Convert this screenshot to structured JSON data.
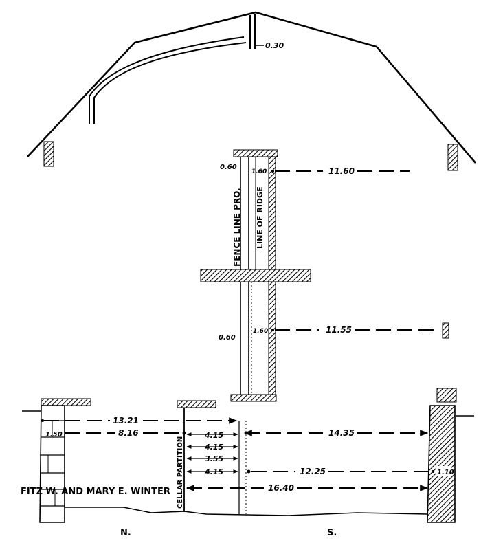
{
  "owner_label": "FITZ W. AND MARY E. WINTER",
  "compass": {
    "north": "N.",
    "south": "S."
  },
  "vertical_labels": {
    "fence_line": "FENCE LINE PRO.",
    "ridge_line": "LINE OF RIDGE",
    "cellar_partition": "CELLAR PARTITION"
  },
  "roof": {
    "overhang_label": "0.30"
  },
  "upper_plan": {
    "left_offset": "0.60",
    "wall_offset": "1.60",
    "distance": "11.60"
  },
  "middle_plan": {
    "left_offset": "0.60",
    "wall_offset": "1.60",
    "distance": "11.55"
  },
  "cellar": {
    "top_span": "13.21",
    "left_offset": "1.50",
    "left_distance": "8.16",
    "mid_a": "4.15",
    "mid_b": "4.15",
    "mid_c": "3.55",
    "mid_d": "4.15",
    "right_upper": "14.35",
    "right_lower": "12.25",
    "right_wall_offset": "1.10",
    "bottom_span": "16.40"
  }
}
